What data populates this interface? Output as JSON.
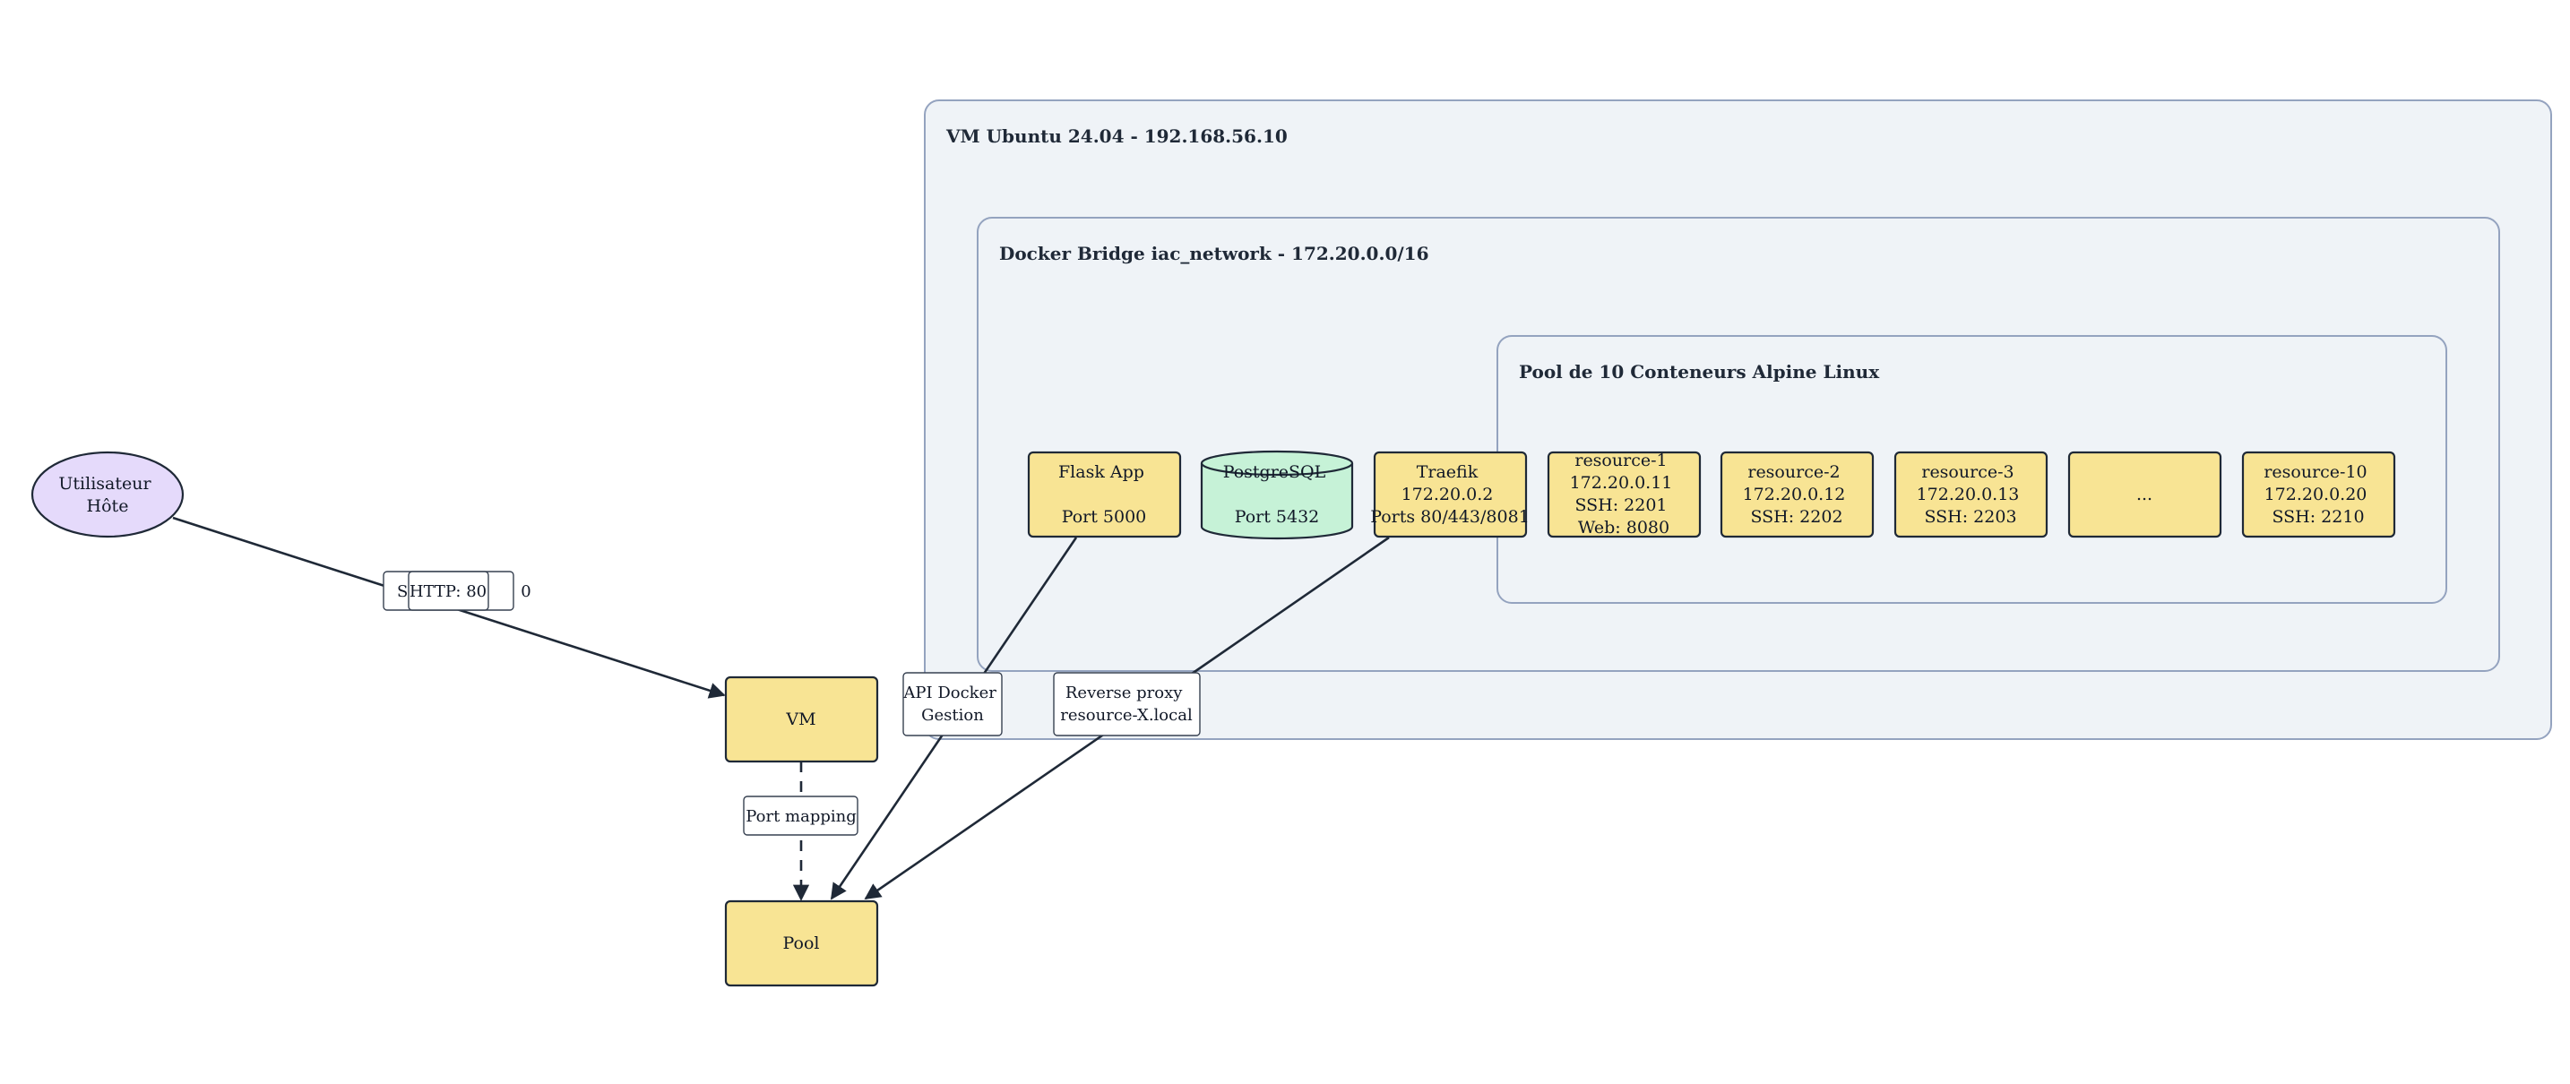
{
  "clusters": {
    "vm": "VM Ubuntu 24.04 - 192.168.56.10",
    "bridge": "Docker Bridge iac_network - 172.20.0.0/16",
    "pool": "Pool de 10 Conteneurs Alpine Linux"
  },
  "nodes": {
    "user": [
      "Utilisateur",
      "Hôte"
    ],
    "vm": [
      "VM"
    ],
    "pool": [
      "Pool"
    ],
    "flask": [
      "Flask App",
      "",
      "Port 5000"
    ],
    "postgres": [
      "PostgreSQL",
      "",
      "Port 5432"
    ],
    "traefik": [
      "Traefik",
      "172.20.0.2",
      "Ports 80/443/8081"
    ],
    "resource1": [
      "resource-1",
      "172.20.0.11",
      "SSH: 2201",
      "Web: 8080"
    ],
    "resource2": [
      "resource-2",
      "172.20.0.12",
      "SSH: 2202"
    ],
    "resource3": [
      "resource-3",
      "172.20.0.13",
      "SSH: 2203"
    ],
    "ellipsis": [
      "..."
    ],
    "resource10": [
      "resource-10",
      "172.20.0.20",
      "SSH: 2210"
    ]
  },
  "edge_labels": {
    "ssh_back": [
      "S                      0"
    ],
    "http": [
      "HTTP: 80"
    ],
    "port_mapping": [
      "Port mapping"
    ],
    "api_docker": [
      "API Docker",
      "Gestion"
    ],
    "reverse_proxy": [
      "Reverse proxy",
      "resource-X.local"
    ]
  },
  "colors": {
    "service_fill": "#f8e494",
    "database_fill": "#c6f2d7",
    "user_fill": "#e5dafb",
    "cluster_fill": "#eff3f7",
    "cluster_stroke": "#94a3bf"
  }
}
